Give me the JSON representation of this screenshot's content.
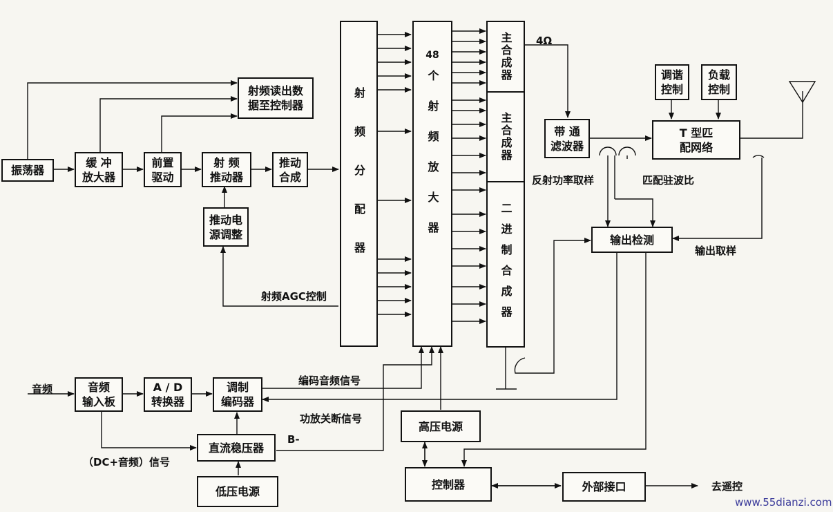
{
  "blocks": {
    "oscillator": "振荡器",
    "buffer_amp": "缓 冲\n放大器",
    "pre_driver": "前置\n驱动",
    "rf_driver": "射 频\n推动器",
    "drive_combiner": "推动\n合成",
    "drive_power_adjust": "推动电\n源调整",
    "rf_readout": "射频读出数\n据至控制器",
    "rf_splitter": "射频分配器",
    "rf_amps_prefix": "48",
    "rf_amps": "个射频放大器",
    "main_combiner_1": "主合成器",
    "main_combiner_2": "主合成器",
    "binary_combiner": "二进制合成器",
    "bandpass_filter": "带 通\n滤波器",
    "tuning_control": "调谐\n控制",
    "load_control": "负载\n控制",
    "t_network": "T 型匹\n配网络",
    "output_detect": "输出检测",
    "audio_input": "音频\n输入板",
    "ad_converter": "A / D\n转换器",
    "modulator_encoder": "调制\n编码器",
    "dc_regulator": "直流稳压器",
    "low_voltage_psu": "低压电源",
    "high_voltage_psu": "高压电源",
    "controller": "控制器",
    "external_interface": "外部接口"
  },
  "labels": {
    "ohm": "4Ω",
    "reflected_power_sample": "反射功率取样",
    "match_vswr": "匹配驻波比",
    "output_sample": "输出取样",
    "rf_agc": "射频AGC控制",
    "audio_in": "音频",
    "encoded_audio": "编码音频信号",
    "pa_shutdown": "功放关断信号",
    "b_minus": "B-",
    "dc_audio_signal": "（DC+音频）信号",
    "to_remote": "去遥控",
    "watermark": "www.55dianzi.com"
  }
}
